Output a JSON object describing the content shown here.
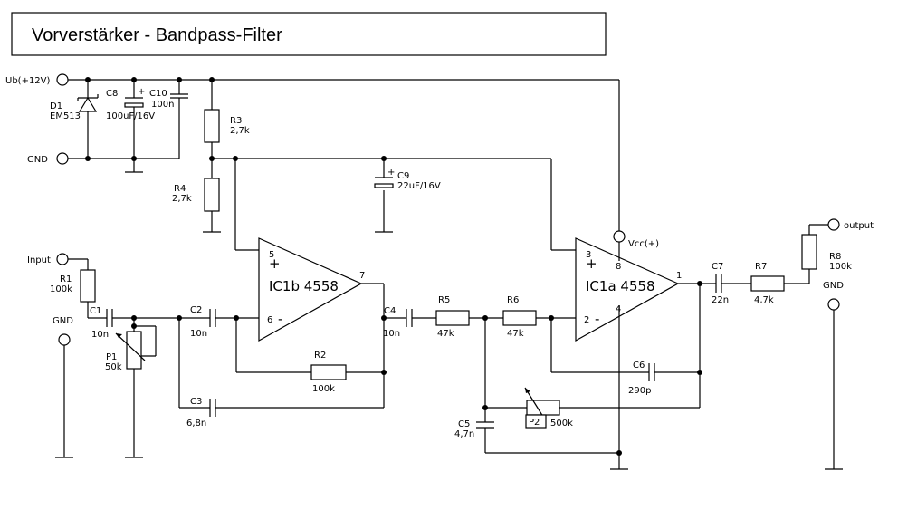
{
  "title": "Vorverstärker  - Bandpass-Filter",
  "terminals": {
    "ub": "Ub(+12V)",
    "gnd_supply": "GND",
    "input": "Input",
    "gnd_in": "GND",
    "vcc": "Vcc(+)",
    "output": "output",
    "gnd_out": "GND"
  },
  "components": {
    "D1": {
      "ref": "D1",
      "value": "EM513"
    },
    "C8": {
      "ref": "C8",
      "value": "100uF/16V"
    },
    "C10": {
      "ref": "C10",
      "value": "100n"
    },
    "R3": {
      "ref": "R3",
      "value": "2,7k"
    },
    "R4": {
      "ref": "R4",
      "value": "2,7k"
    },
    "C9": {
      "ref": "C9",
      "value": "22uF/16V"
    },
    "R1": {
      "ref": "R1",
      "value": "100k"
    },
    "C1": {
      "ref": "C1",
      "value": "10n"
    },
    "P1": {
      "ref": "P1",
      "value": "50k"
    },
    "C2": {
      "ref": "C2",
      "value": "10n"
    },
    "C3": {
      "ref": "C3",
      "value": "6,8n"
    },
    "R2": {
      "ref": "R2",
      "value": "100k"
    },
    "C4": {
      "ref": "C4",
      "value": "10n"
    },
    "R5": {
      "ref": "R5",
      "value": "47k"
    },
    "R6": {
      "ref": "R6",
      "value": "47k"
    },
    "C5": {
      "ref": "C5",
      "value": "4,7n"
    },
    "P2": {
      "ref": "P2",
      "value": "500k"
    },
    "C6": {
      "ref": "C6",
      "value": "290p"
    },
    "C7": {
      "ref": "C7",
      "value": "22n"
    },
    "R7": {
      "ref": "R7",
      "value": "4,7k"
    },
    "R8": {
      "ref": "R8",
      "value": "100k"
    }
  },
  "opamps": {
    "ic1b": {
      "label": "IC1b  4558",
      "pin_noninv": "5",
      "pin_inv": "6",
      "pin_out": "7",
      "plus": "+",
      "minus": "-"
    },
    "ic1a": {
      "label": "IC1a  4558",
      "pin_noninv": "3",
      "pin_inv": "2",
      "pin_out": "1",
      "pin_vcc": "8",
      "pin_gnd": "4",
      "plus": "+",
      "minus": "-"
    }
  },
  "polarity_mark": "+"
}
